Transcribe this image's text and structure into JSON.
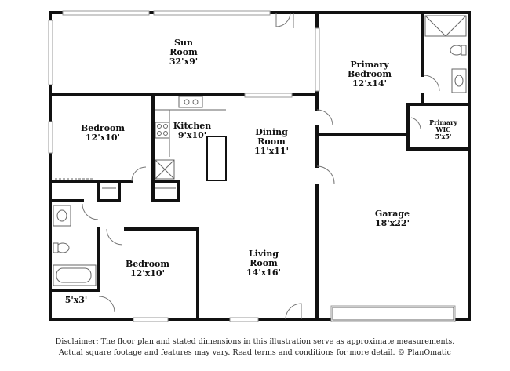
{
  "rooms": {
    "sun_room": {
      "name_line1": "Sun",
      "name_line2": "Room",
      "dims": "32'x9'"
    },
    "primary_bedroom": {
      "name_line1": "Primary",
      "name_line2": "Bedroom",
      "dims": "12'x14'"
    },
    "bedroom_1": {
      "name": "Bedroom",
      "dims": "12'x10'"
    },
    "kitchen": {
      "name": "Kitchen",
      "dims": "9'x10'"
    },
    "dining_room": {
      "name_line1": "Dining",
      "name_line2": "Room",
      "dims": "11'x11'"
    },
    "primary_wic": {
      "name_line1": "Primary",
      "name_line2": "WIC",
      "dims": "5'x5'"
    },
    "garage": {
      "name": "Garage",
      "dims": "18'x22'"
    },
    "bedroom_2": {
      "name": "Bedroom",
      "dims": "12'x10'"
    },
    "living_room": {
      "name_line1": "Living",
      "name_line2": "Room",
      "dims": "14'x16'"
    },
    "closet": {
      "dims": "5'x3'"
    }
  },
  "disclaimer": {
    "line1": "Disclaimer: The floor plan and stated dimensions in this illustration serve as approximate measurements.",
    "line2": "Actual square footage and features may vary. Read terms and conditions for more detail. © PlanOmatic"
  }
}
